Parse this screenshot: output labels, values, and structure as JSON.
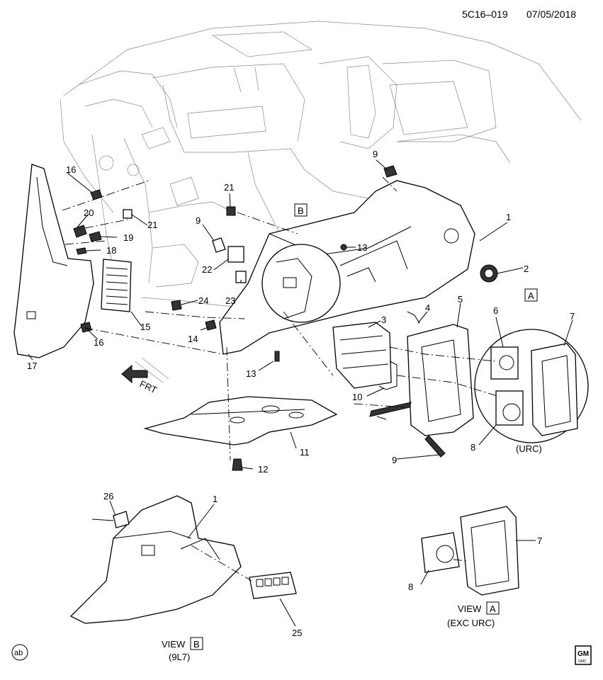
{
  "header": {
    "code": "5C16–019",
    "date": "07/05/2018"
  },
  "callouts": {
    "c1": "1",
    "c2": "2",
    "c3": "3",
    "c4": "4",
    "c5": "5",
    "c6": "6",
    "c7": "7",
    "c8": "8",
    "c9": "9",
    "c10": "10",
    "c11": "11",
    "c12": "12",
    "c13": "13",
    "c14": "14",
    "c15": "15",
    "c16": "16",
    "c17": "17",
    "c18": "18",
    "c19": "19",
    "c20": "20",
    "c21": "21",
    "c22": "22",
    "c23": "23",
    "c24": "24",
    "c25": "25",
    "c26": "26"
  },
  "view_markers": {
    "a": "A",
    "b": "B"
  },
  "labels": {
    "frt": "FRT",
    "urc": "(URC)",
    "view_word": "VIEW",
    "exc_urc": "(EXC URC)",
    "option_9l7": "(9L7)",
    "ab_mark": "ab",
    "logo_gm": "GM",
    "logo_sub": "GMC"
  }
}
